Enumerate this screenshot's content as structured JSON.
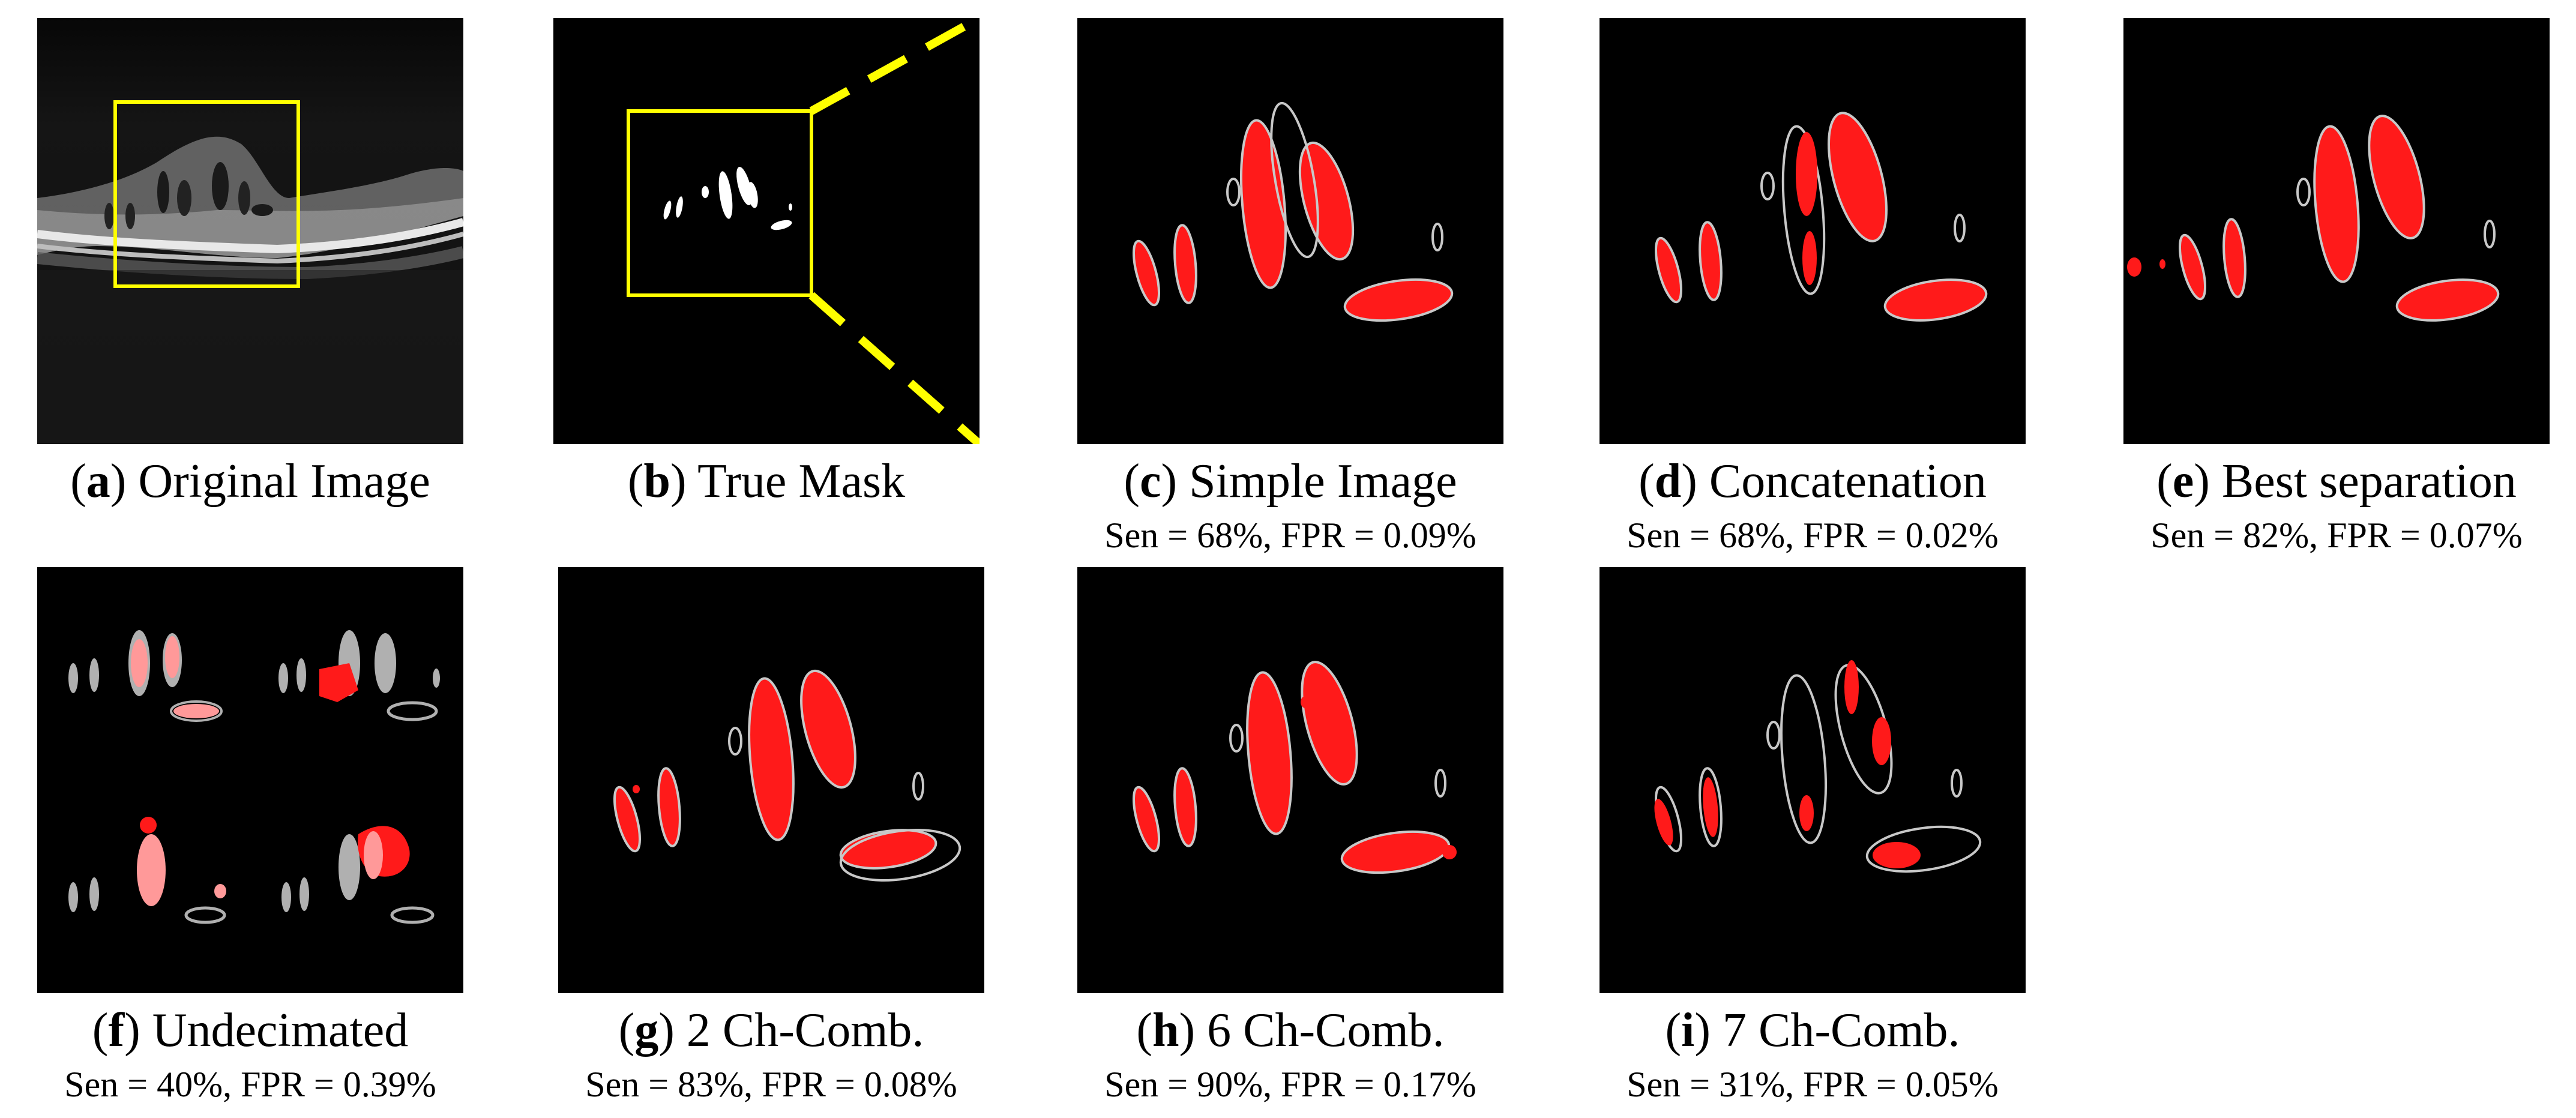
{
  "panels": [
    {
      "letter": "a",
      "label": " Original Image",
      "metrics": ""
    },
    {
      "letter": "b",
      "label": " True Mask",
      "metrics": ""
    },
    {
      "letter": "c",
      "label": " Simple Image",
      "metrics": "Sen = 68%, FPR = 0.09%"
    },
    {
      "letter": "d",
      "label": " Concatenation",
      "metrics": "Sen = 68%, FPR = 0.02%"
    },
    {
      "letter": "e",
      "label": " Best separation",
      "metrics": "Sen = 82%, FPR = 0.07%"
    },
    {
      "letter": "f",
      "label": " Undecimated",
      "metrics": "Sen = 40%, FPR = 0.39%"
    },
    {
      "letter": "g",
      "label": " 2 Ch-Comb.",
      "metrics": "Sen = 83%, FPR = 0.08%"
    },
    {
      "letter": "h",
      "label": " 6 Ch-Comb.",
      "metrics": "Sen = 90%, FPR = 0.17%"
    },
    {
      "letter": "i",
      "label": " 7 Ch-Comb.",
      "metrics": "Sen = 31%, FPR = 0.05%"
    }
  ],
  "colors": {
    "highlight_box": "#ffff00",
    "prediction": "#ff1a1a",
    "true_outline": "#c8c8c8",
    "background": "#000000"
  }
}
